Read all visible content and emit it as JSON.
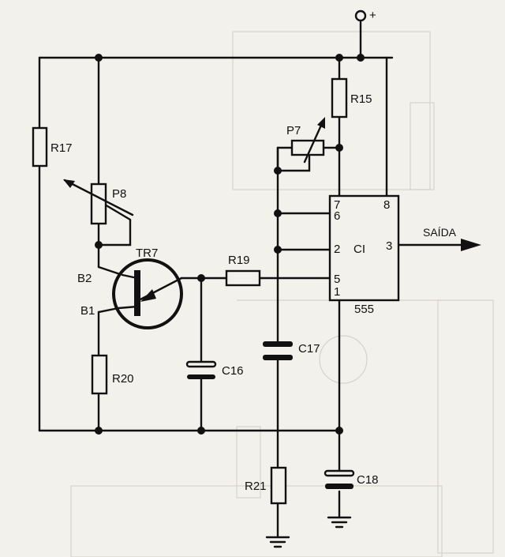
{
  "colors": {
    "ink": "#111111",
    "paper": "#f3f1ec",
    "bleed_through": "#d6d2ca"
  },
  "labels": {
    "supply": "+",
    "r17": "R17",
    "p8": "P8",
    "tr7": "TR7",
    "b2": "B2",
    "b1": "B1",
    "r20": "R20",
    "c16": "C16",
    "r19": "R19",
    "r15": "R15",
    "p7": "P7",
    "c17": "C17",
    "r21": "R21",
    "c18": "C18",
    "ic_name": "CI",
    "ic_type": "555",
    "pin7": "7",
    "pin8": "8",
    "pin6": "6",
    "pin2": "2",
    "pin3": "3",
    "pin5": "5",
    "pin1": "1",
    "output": "SAÍDA"
  }
}
